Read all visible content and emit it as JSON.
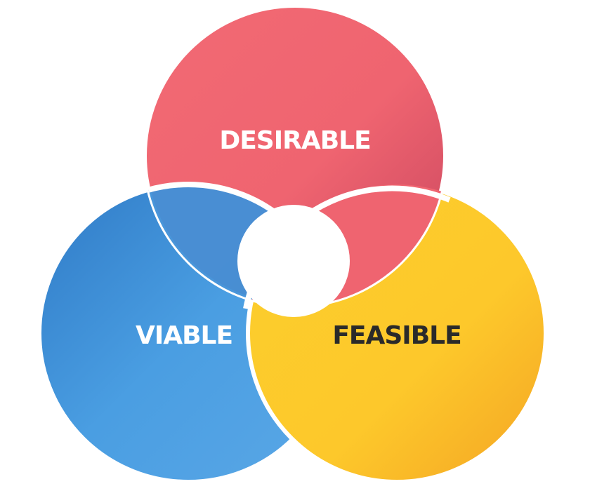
{
  "diagram": {
    "circles": [
      {
        "id": "desirable",
        "label": "DESIRABLE",
        "color": "#ef6470",
        "label_color": "#ffffff"
      },
      {
        "id": "viable",
        "label": "VIABLE",
        "color": "#3f90d8",
        "label_color": "#ffffff"
      },
      {
        "id": "feasible",
        "label": "FEASIBLE",
        "color": "#fdc82b",
        "label_color": "#2a2a2a"
      }
    ],
    "center_color": "#ffffff"
  }
}
